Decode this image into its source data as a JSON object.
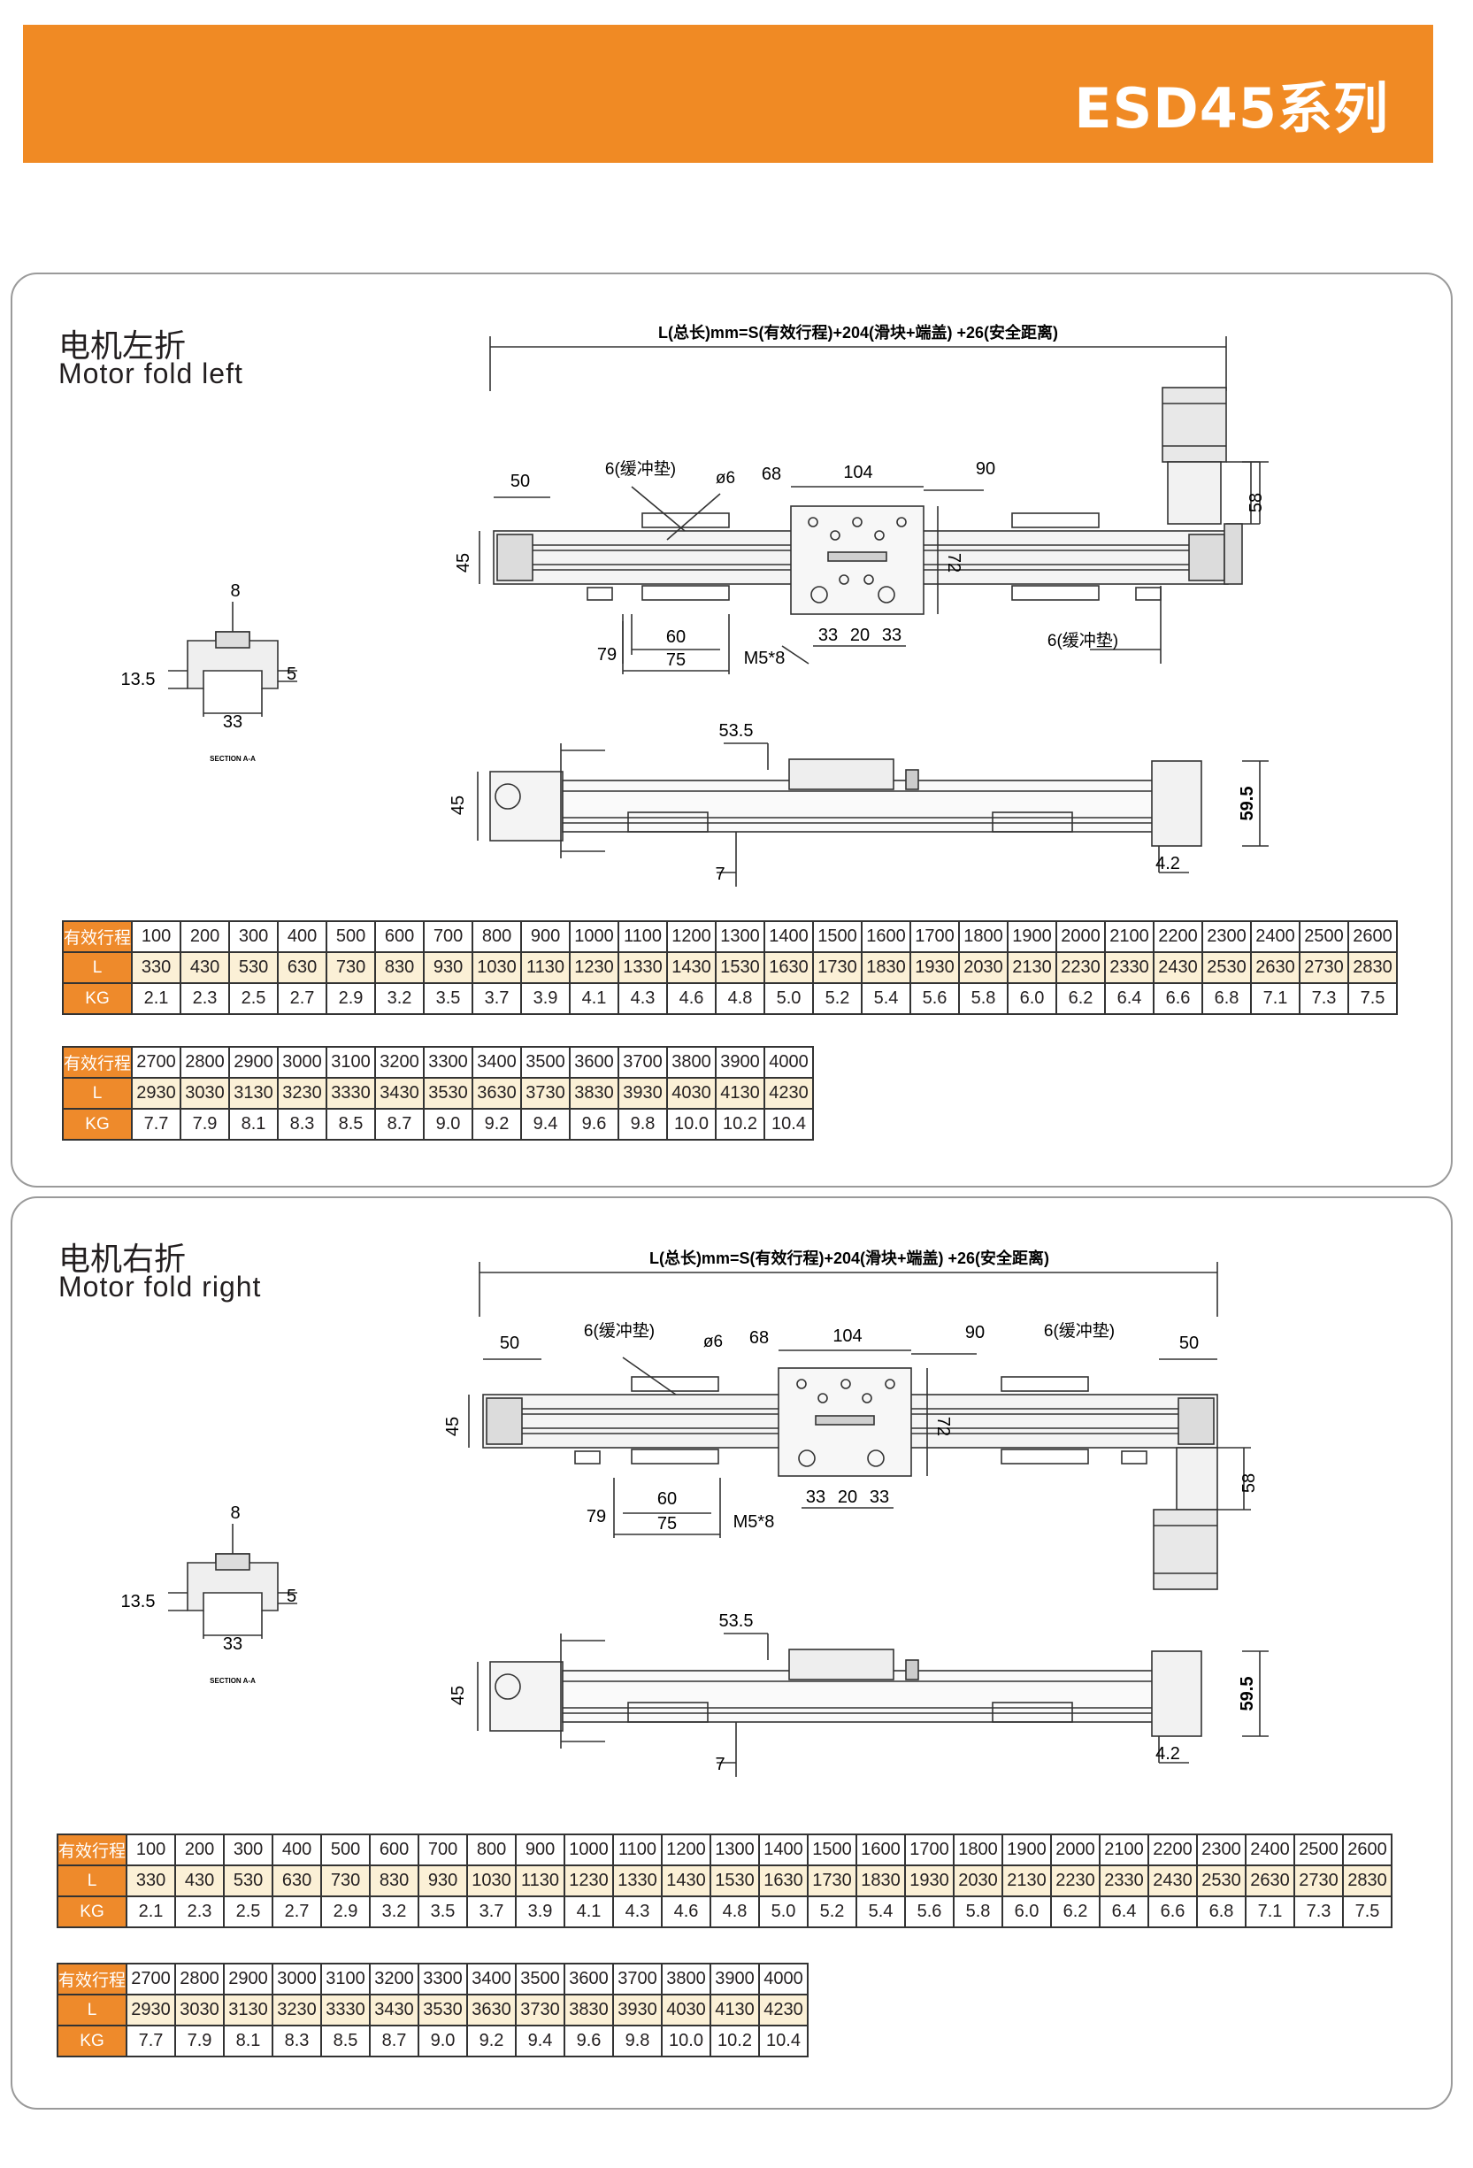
{
  "header": {
    "title": "ESD45系列"
  },
  "sections": [
    {
      "title_cn": "电机左折",
      "title_en": "Motor fold left",
      "drawing": {
        "total_length": "L(总长)mm=S(有效行程)+204(滑块+端盖) +26(安全距离)",
        "dim_50": "50",
        "dim_6a": "6(缓冲垫)",
        "dim_phi6": "ø6",
        "dim_68": "68",
        "dim_104": "104",
        "dim_90": "90",
        "dim_58": "58",
        "dim_45": "45",
        "dim_72": "72",
        "dim_60": "60",
        "dim_79": "79",
        "dim_75": "75",
        "dim_m5": "M5*8",
        "dim_33a": "33",
        "dim_20": "20",
        "dim_33b": "33",
        "dim_6b": "6(缓冲垫)",
        "sec_8": "8",
        "sec_135": "13.5",
        "sec_5": "5",
        "sec_33": "33",
        "sec_label": "SECTION A-A",
        "side_535": "53.5",
        "side_45": "45",
        "side_595": "59.5",
        "side_7": "7",
        "side_42": "4.2"
      },
      "table1": {
        "labels": [
          "有效行程",
          "L",
          "KG"
        ],
        "stroke": [
          "100",
          "200",
          "300",
          "400",
          "500",
          "600",
          "700",
          "800",
          "900",
          "1000",
          "1100",
          "1200",
          "1300",
          "1400",
          "1500",
          "1600",
          "1700",
          "1800",
          "1900",
          "2000",
          "2100",
          "2200",
          "2300",
          "2400",
          "2500",
          "2600"
        ],
        "L": [
          "330",
          "430",
          "530",
          "630",
          "730",
          "830",
          "930",
          "1030",
          "1130",
          "1230",
          "1330",
          "1430",
          "1530",
          "1630",
          "1730",
          "1830",
          "1930",
          "2030",
          "2130",
          "2230",
          "2330",
          "2430",
          "2530",
          "2630",
          "2730",
          "2830"
        ],
        "KG": [
          "2.1",
          "2.3",
          "2.5",
          "2.7",
          "2.9",
          "3.2",
          "3.5",
          "3.7",
          "3.9",
          "4.1",
          "4.3",
          "4.6",
          "4.8",
          "5.0",
          "5.2",
          "5.4",
          "5.6",
          "5.8",
          "6.0",
          "6.2",
          "6.4",
          "6.6",
          "6.8",
          "7.1",
          "7.3",
          "7.5"
        ]
      },
      "table2": {
        "labels": [
          "有效行程",
          "L",
          "KG"
        ],
        "stroke": [
          "2700",
          "2800",
          "2900",
          "3000",
          "3100",
          "3200",
          "3300",
          "3400",
          "3500",
          "3600",
          "3700",
          "3800",
          "3900",
          "4000"
        ],
        "L": [
          "2930",
          "3030",
          "3130",
          "3230",
          "3330",
          "3430",
          "3530",
          "3630",
          "3730",
          "3830",
          "3930",
          "4030",
          "4130",
          "4230"
        ],
        "KG": [
          "7.7",
          "7.9",
          "8.1",
          "8.3",
          "8.5",
          "8.7",
          "9.0",
          "9.2",
          "9.4",
          "9.6",
          "9.8",
          "10.0",
          "10.2",
          "10.4"
        ]
      }
    },
    {
      "title_cn": "电机右折",
      "title_en": "Motor fold right",
      "drawing": {
        "total_length": "L(总长)mm=S(有效行程)+204(滑块+端盖) +26(安全距离)",
        "dim_50": "50",
        "dim_6a": "6(缓冲垫)",
        "dim_phi6": "ø6",
        "dim_68": "68",
        "dim_104": "104",
        "dim_90": "90",
        "dim_6b": "6(缓冲垫)",
        "dim_50b": "50",
        "dim_45": "45",
        "dim_72": "72",
        "dim_58": "58",
        "dim_60": "60",
        "dim_79": "79",
        "dim_75": "75",
        "dim_m5": "M5*8",
        "dim_33a": "33",
        "dim_20": "20",
        "dim_33b": "33",
        "sec_8": "8",
        "sec_135": "13.5",
        "sec_5": "5",
        "sec_33": "33",
        "sec_label": "SECTION A-A",
        "side_535": "53.5",
        "side_45": "45",
        "side_595": "59.5",
        "side_7": "7",
        "side_42": "4.2"
      },
      "table1": {
        "labels": [
          "有效行程",
          "L",
          "KG"
        ],
        "stroke": [
          "100",
          "200",
          "300",
          "400",
          "500",
          "600",
          "700",
          "800",
          "900",
          "1000",
          "1100",
          "1200",
          "1300",
          "1400",
          "1500",
          "1600",
          "1700",
          "1800",
          "1900",
          "2000",
          "2100",
          "2200",
          "2300",
          "2400",
          "2500",
          "2600"
        ],
        "L": [
          "330",
          "430",
          "530",
          "630",
          "730",
          "830",
          "930",
          "1030",
          "1130",
          "1230",
          "1330",
          "1430",
          "1530",
          "1630",
          "1730",
          "1830",
          "1930",
          "2030",
          "2130",
          "2230",
          "2330",
          "2430",
          "2530",
          "2630",
          "2730",
          "2830"
        ],
        "KG": [
          "2.1",
          "2.3",
          "2.5",
          "2.7",
          "2.9",
          "3.2",
          "3.5",
          "3.7",
          "3.9",
          "4.1",
          "4.3",
          "4.6",
          "4.8",
          "5.0",
          "5.2",
          "5.4",
          "5.6",
          "5.8",
          "6.0",
          "6.2",
          "6.4",
          "6.6",
          "6.8",
          "7.1",
          "7.3",
          "7.5"
        ]
      },
      "table2": {
        "labels": [
          "有效行程",
          "L",
          "KG"
        ],
        "stroke": [
          "2700",
          "2800",
          "2900",
          "3000",
          "3100",
          "3200",
          "3300",
          "3400",
          "3500",
          "3600",
          "3700",
          "3800",
          "3900",
          "4000"
        ],
        "L": [
          "2930",
          "3030",
          "3130",
          "3230",
          "3330",
          "3430",
          "3530",
          "3630",
          "3730",
          "3830",
          "3930",
          "4030",
          "4130",
          "4230"
        ],
        "KG": [
          "7.7",
          "7.9",
          "8.1",
          "8.3",
          "8.5",
          "8.7",
          "9.0",
          "9.2",
          "9.4",
          "9.6",
          "9.8",
          "10.0",
          "10.2",
          "10.4"
        ]
      }
    }
  ]
}
